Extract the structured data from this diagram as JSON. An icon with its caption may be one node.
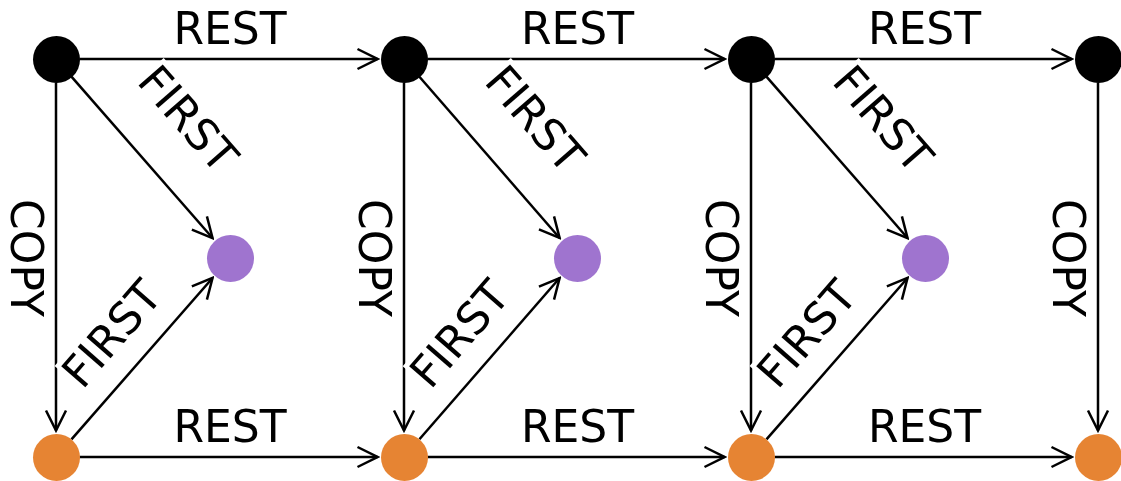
{
  "diagram": {
    "nodes": [
      {
        "text": [],
        "shape": "circle"
      },
      {
        "text": [],
        "shape": "circle"
      },
      {
        "text": [],
        "shape": "circle"
      },
      {
        "text": [],
        "shape": "circle"
      },
      {
        "text": [],
        "shape": "circle"
      },
      {
        "text": [],
        "shape": "circle"
      },
      {
        "text": [],
        "shape": "circle"
      },
      {
        "text": [],
        "shape": "circle"
      },
      {
        "text": [],
        "shape": "circle"
      },
      {
        "text": [],
        "shape": "circle"
      },
      {
        "text": [],
        "shape": "circle"
      }
    ],
    "edges": [
      {
        "from": 0,
        "to": 1,
        "arrow": "to",
        "label": "REST"
      },
      {
        "from": 1,
        "to": 2,
        "arrow": "to",
        "label": "REST"
      },
      {
        "from": 2,
        "to": 3,
        "arrow": "to",
        "label": "REST"
      },
      {
        "from": 0,
        "to": 4,
        "arrow": "to",
        "label": "FIRST"
      },
      {
        "from": 1,
        "to": 5,
        "arrow": "to",
        "label": "FIRST"
      },
      {
        "from": 2,
        "to": 6,
        "arrow": "to",
        "label": "FIRST"
      },
      {
        "from": 0,
        "to": 7,
        "arrow": "to",
        "label": "COPY"
      },
      {
        "from": 1,
        "to": 8,
        "arrow": "to",
        "label": "COPY"
      },
      {
        "from": 2,
        "to": 9,
        "arrow": "to",
        "label": "COPY"
      },
      {
        "from": 3,
        "to": 10,
        "arrow": "to",
        "label": "COPY"
      },
      {
        "from": 7,
        "to": 4,
        "arrow": "to",
        "label": "FIRST"
      },
      {
        "from": 8,
        "to": 5,
        "arrow": "to",
        "label": "FIRST"
      },
      {
        "from": 9,
        "to": 6,
        "arrow": "to",
        "label": "FIRST"
      },
      {
        "from": 7,
        "to": 8,
        "arrow": "to",
        "label": "REST"
      },
      {
        "from": 8,
        "to": 9,
        "arrow": "to",
        "label": "REST"
      },
      {
        "from": 9,
        "to": 10,
        "arrow": "to",
        "label": "REST"
      }
    ]
  }
}
